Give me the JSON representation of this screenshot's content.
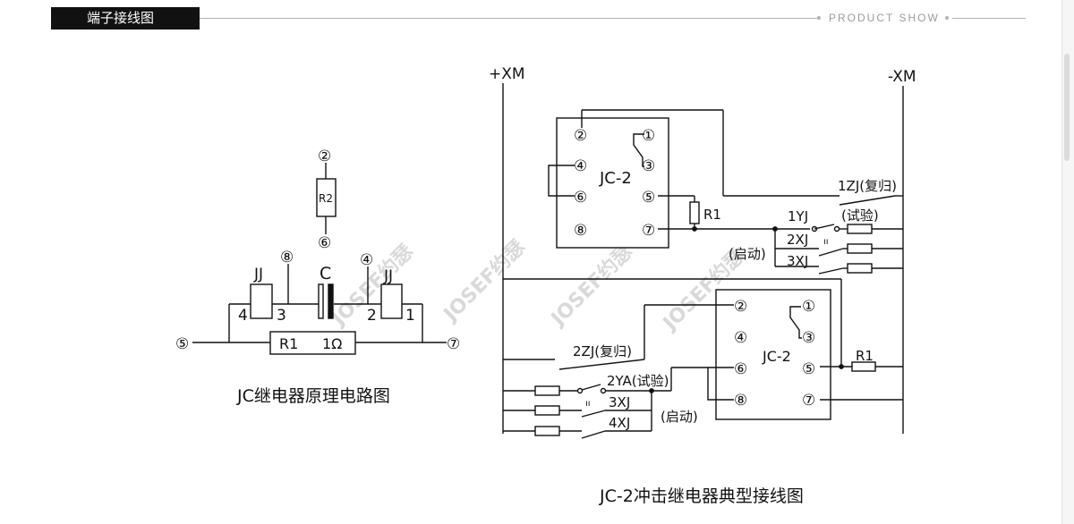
{
  "header": {
    "section_title": "端子接线图",
    "tagline": "PRODUCT SHOW"
  },
  "left_diagram": {
    "caption": "JC继电器原理电路图",
    "terminals": [
      "②",
      "⑥",
      "⑧",
      "④",
      "⑤",
      "⑦"
    ],
    "resistor_r2": "R2",
    "resistor_r1": "R1",
    "resistor_value": "1Ω",
    "capacitor": "C",
    "coil_left": "JJ",
    "coil_right": "JJ",
    "pins": [
      "4",
      "3",
      "2",
      "1"
    ]
  },
  "right_diagram": {
    "caption": "JC-2冲击继电器典型接线图",
    "bus_plus": "+XM",
    "bus_minus": "-XM",
    "upper_relay": {
      "name": "JC-2",
      "terminals": [
        "②",
        "①",
        "③",
        "④",
        "⑥",
        "⑤",
        "⑧",
        "⑦"
      ],
      "resistor": "R1"
    },
    "lower_relay": {
      "name": "JC-2",
      "terminals": [
        "②",
        "①",
        "③",
        "④",
        "⑥",
        "⑤",
        "⑧",
        "⑦"
      ],
      "resistor": "R1"
    },
    "labels": {
      "reset_1": "1ZJ(复归)",
      "yj_1": "1YJ",
      "test_1": "(试验)",
      "xj_2": "2XJ",
      "xj_3_upper": "3XJ",
      "start_1": "(启动)",
      "contact_marks": "ıı",
      "reset_2": "2ZJ(复归)",
      "ya_2": "2YA(试验)",
      "xj_3_lower": "3XJ",
      "xj_4": "4XJ",
      "start_2": "(启动)"
    }
  },
  "watermark": {
    "text": "JOSEF约瑟"
  }
}
